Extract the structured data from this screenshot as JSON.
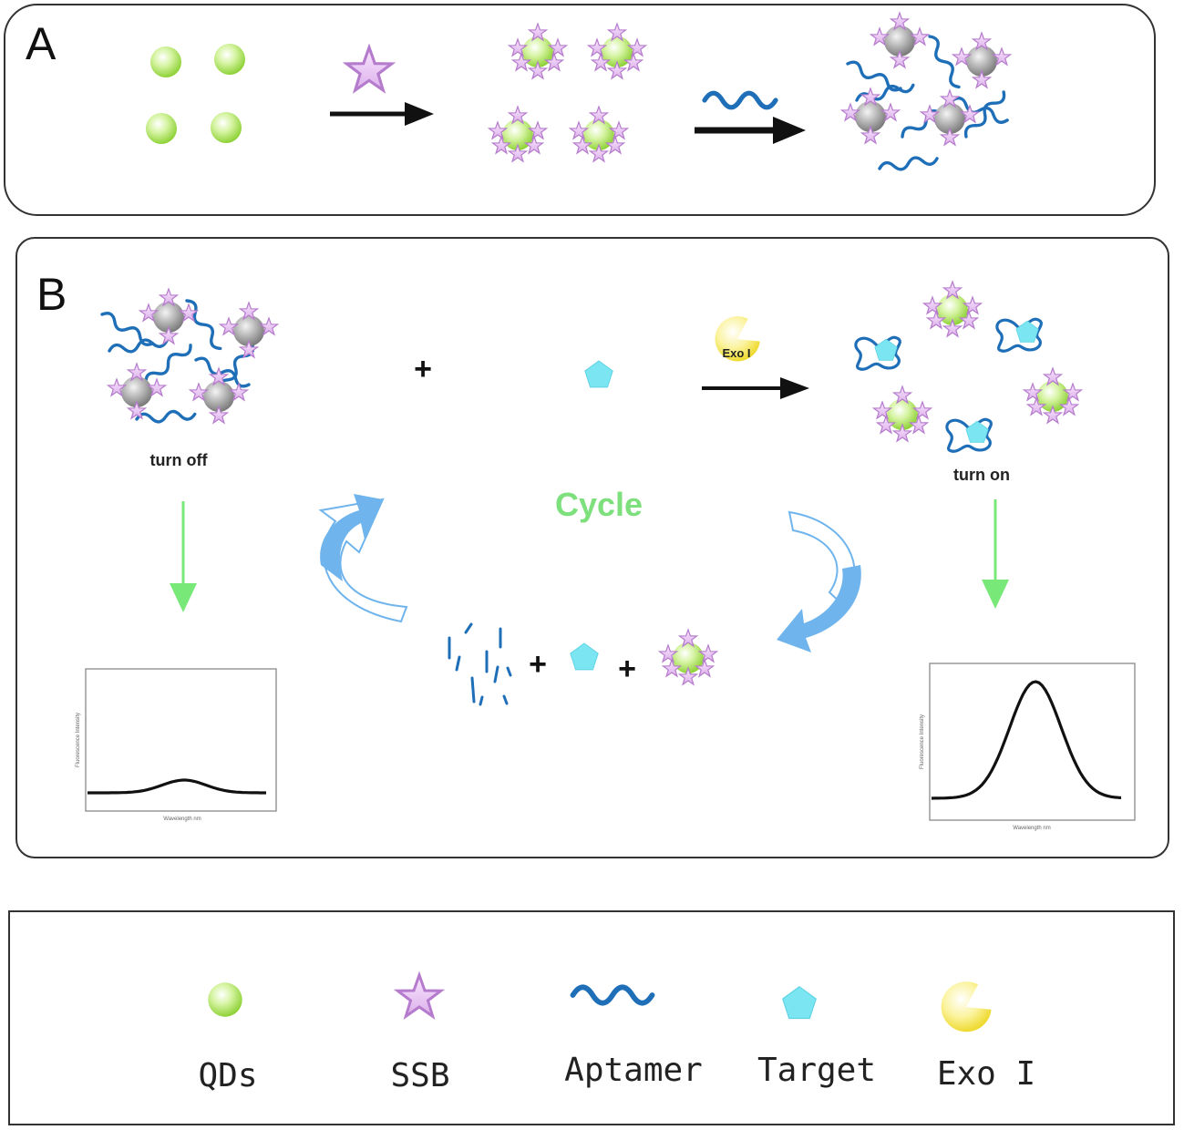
{
  "panel_a": {
    "label": "A"
  },
  "panel_b": {
    "label": "B",
    "plus": "+",
    "enzyme_label": "Exo I",
    "state_off": "turn off",
    "state_on": "turn on",
    "cycle_label": "Cycle",
    "spectrum_x_label": "Wavelength nm",
    "spectrum_y_label": "Fluorescence Intensity"
  },
  "legend": {
    "items": [
      {
        "label": "QDs",
        "icon": "qd-sphere-icon"
      },
      {
        "label": "SSB",
        "icon": "ssb-star-icon"
      },
      {
        "label": "Aptamer",
        "icon": "aptamer-wave-icon"
      },
      {
        "label": "Target",
        "icon": "target-pentagon-icon"
      },
      {
        "label": "Exo I",
        "icon": "exo-enzyme-icon"
      }
    ]
  },
  "colors": {
    "qd": "#a8e050",
    "ssb": "#d9a9e6",
    "aptamer": "#1f6fb8",
    "target": "#7be6f2",
    "exo": "#f2e34a",
    "cycle_arrow": "#6fb4ec",
    "signal_arrow": "#78e878"
  }
}
